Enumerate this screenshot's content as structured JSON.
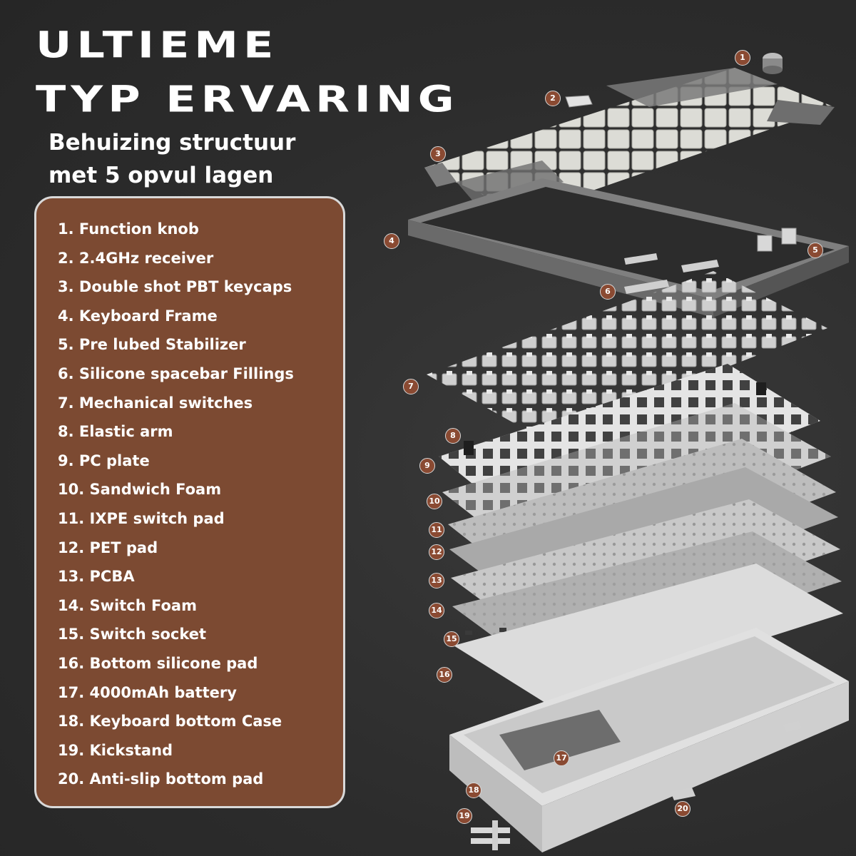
{
  "title": {
    "line1": "ULTIEME",
    "line2": "TYP ERVARING"
  },
  "subtitle": {
    "line1": "Behuizing structuur",
    "line2": "met 5 opvul lagen"
  },
  "parts": [
    "1. Function knob",
    "2. 2.4GHz receiver",
    "3. Double shot PBT keycaps",
    "4. Keyboard Frame",
    "5. Pre lubed Stabilizer",
    "6. Silicone spacebar Fillings",
    "7. Mechanical switches",
    "8. Elastic arm",
    "9. PC plate",
    "10. Sandwich Foam",
    "11. IXPE switch pad",
    "12. PET pad",
    "13. PCBA",
    "14. Switch Foam",
    "15. Switch socket",
    "16. Bottom silicone pad",
    "17. 4000mAh battery",
    "18. Keyboard bottom Case",
    "19. Kickstand",
    "20. Anti-slip bottom pad"
  ],
  "callouts": [
    "1",
    "2",
    "3",
    "4",
    "5",
    "6",
    "7",
    "8",
    "9",
    "10",
    "11",
    "12",
    "13",
    "14",
    "15",
    "16",
    "17",
    "18",
    "19",
    "20"
  ],
  "colors": {
    "background": "#2f2f2f",
    "panel": "#7c4a32",
    "panel_border": "#d9d9d9",
    "callout": "#8a4a32",
    "text": "#ffffff"
  }
}
